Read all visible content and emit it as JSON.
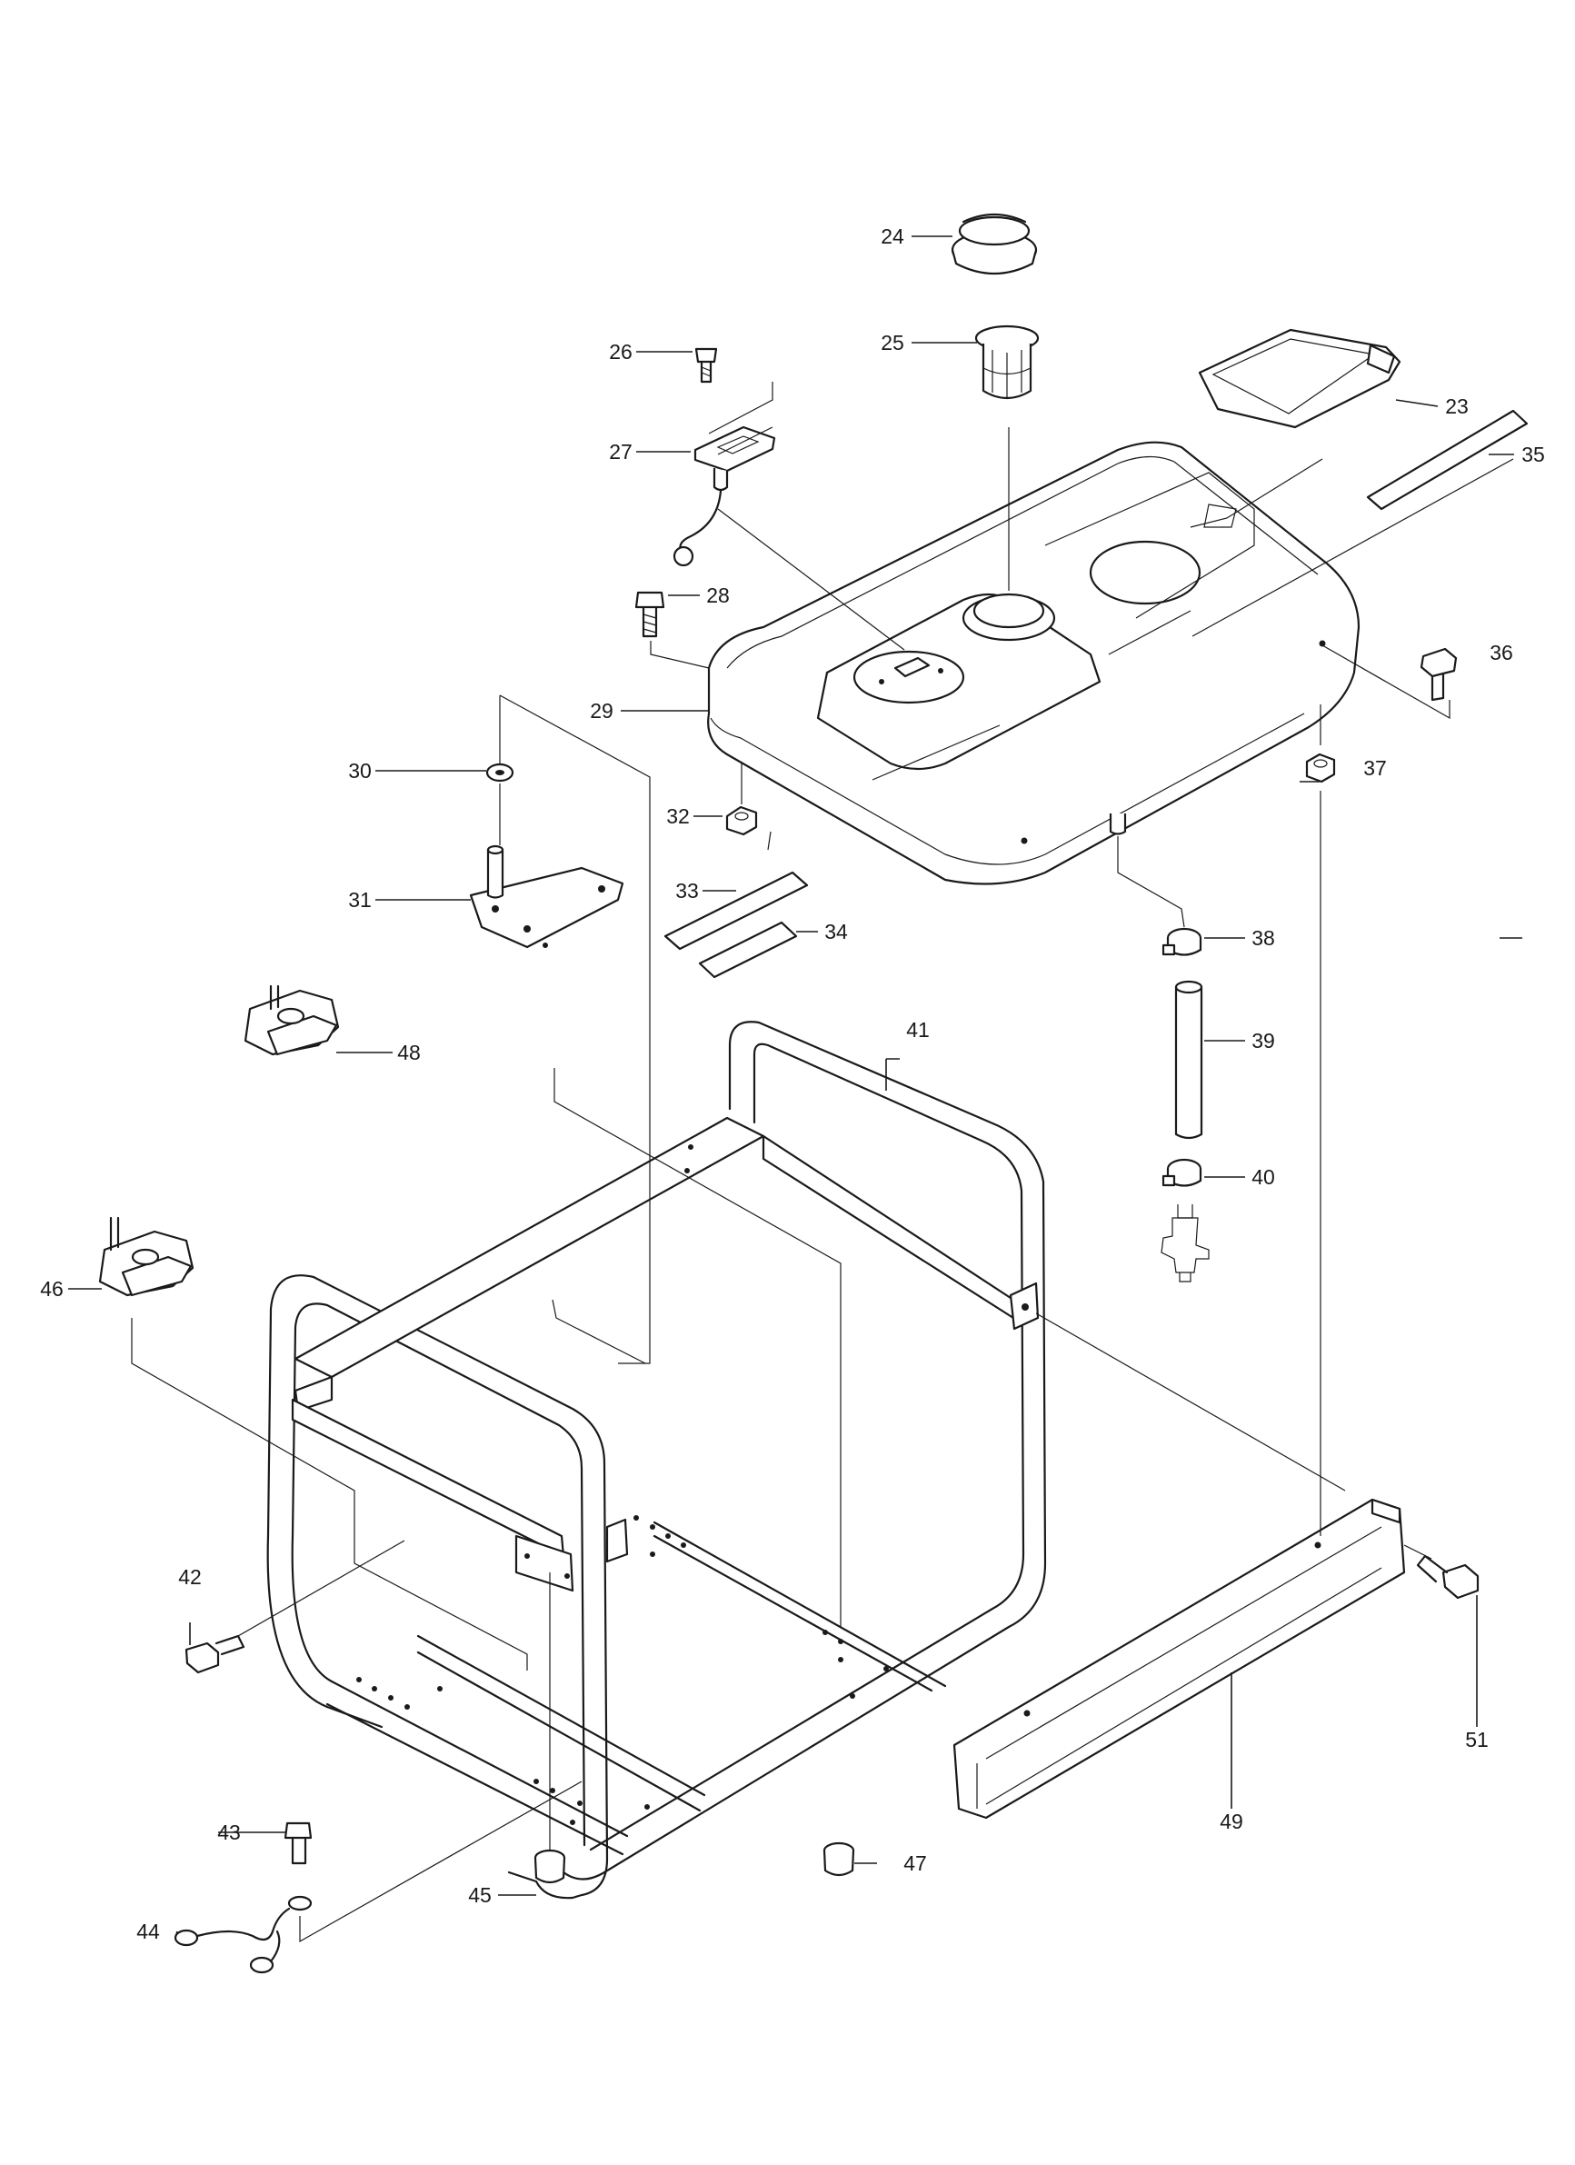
{
  "part_labels": [
    "23",
    "24",
    "25",
    "26",
    "27",
    "28",
    "29",
    "30",
    "31",
    "32",
    "33",
    "34",
    "35",
    "36",
    "37",
    "38",
    "39",
    "40",
    "41",
    "42",
    "43",
    "44",
    "45",
    "46",
    "47",
    "48",
    "49",
    "51"
  ]
}
